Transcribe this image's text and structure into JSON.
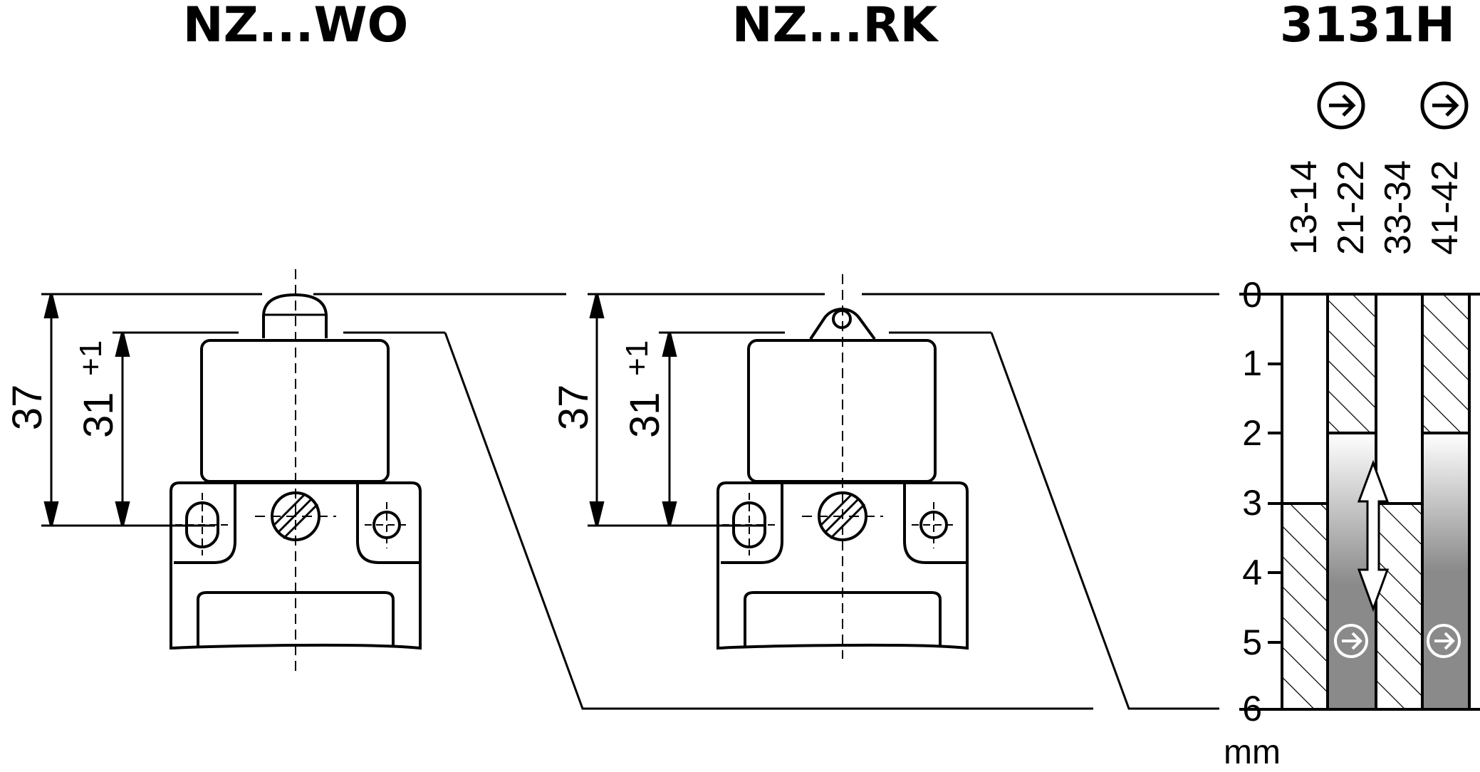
{
  "titles": {
    "left": "NZ...WO",
    "middle": "NZ...RK",
    "right": "3131H"
  },
  "dimensions": {
    "overall": "37",
    "operating": "31",
    "tolerance": "+1"
  },
  "contacts": [
    "13-14",
    "21-22",
    "33-34",
    "41-42"
  ],
  "travel_scale": [
    "0",
    "1",
    "2",
    "3",
    "4",
    "5",
    "6"
  ],
  "unit": "mm",
  "icons": {
    "direct_opening": "direct-opening-arrow-icon"
  },
  "colors": {
    "line": "#000000",
    "gradient_top": "#ffffff",
    "gradient_bottom": "#8a8a8a"
  }
}
